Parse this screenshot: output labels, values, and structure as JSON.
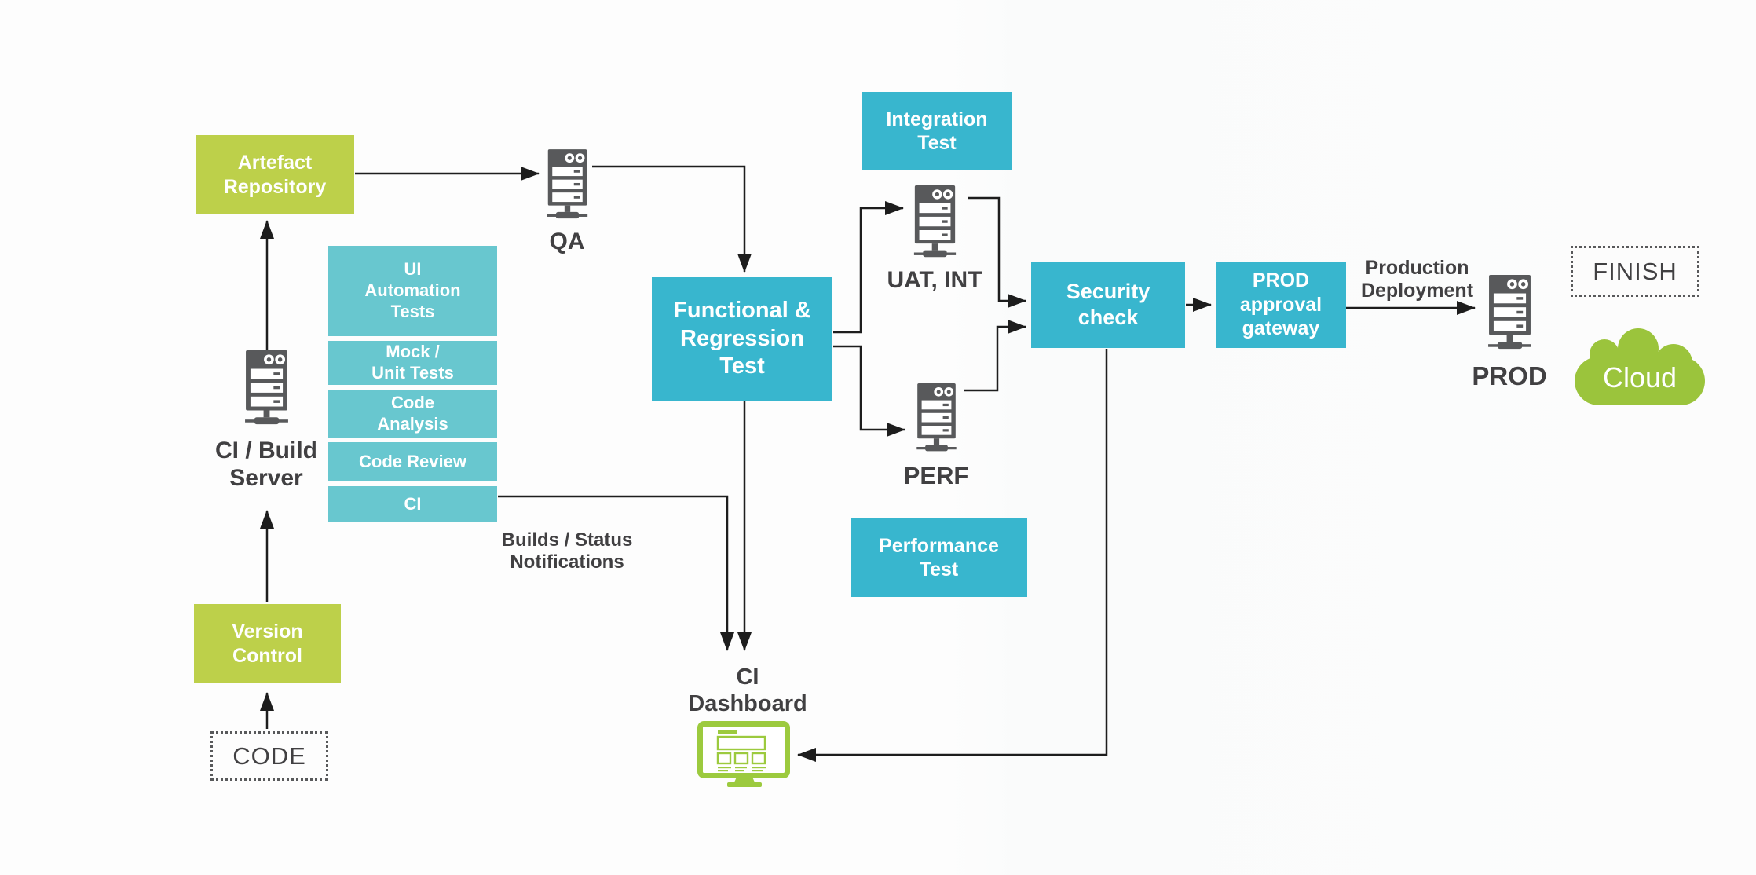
{
  "colors": {
    "green_box": "#bdd04a",
    "green_cloud": "#9bc43c",
    "green_monitor": "#9cca3e",
    "teal": "#38b6ce",
    "teal_light": "#68c7cf",
    "icon_gray": "#58595b",
    "text": "#414042",
    "line": "#1d1d1d"
  },
  "nodes": {
    "artefact_repository": {
      "label": "Artefact\nRepository"
    },
    "version_control": {
      "label": "Version\nControl"
    },
    "code": {
      "label": "CODE"
    },
    "ci_build_server": {
      "label": "CI / Build\nServer"
    },
    "qa_server": {
      "label": "QA"
    },
    "stack": {
      "items": [
        {
          "label": "UI\nAutomation\nTests"
        },
        {
          "label": "Mock /\nUnit Tests"
        },
        {
          "label": "Code\nAnalysis"
        },
        {
          "label": "Code Review"
        },
        {
          "label": "CI"
        }
      ]
    },
    "functional_regression_test": {
      "label": "Functional &\nRegression\nTest"
    },
    "integration_test": {
      "label": "Integration\nTest"
    },
    "uat_int_server": {
      "label": "UAT, INT"
    },
    "perf_server": {
      "label": "PERF"
    },
    "performance_test": {
      "label": "Performance\nTest"
    },
    "security_check": {
      "label": "Security\ncheck"
    },
    "prod_approval_gateway": {
      "label": "PROD\napproval\ngateway"
    },
    "production_deployment": {
      "label": "Production\nDeployment"
    },
    "prod_server": {
      "label": "PROD"
    },
    "finish": {
      "label": "FINISH"
    },
    "cloud": {
      "label": "Cloud"
    },
    "ci_dashboard": {
      "label": "CI\nDashboard"
    },
    "builds_status_notifications": {
      "label": "Builds / Status\nNotifications"
    }
  },
  "icons": {
    "server": "server-icon",
    "monitor": "dashboard-monitor-icon",
    "cloud": "cloud-icon",
    "arrow": "flow-arrow"
  }
}
